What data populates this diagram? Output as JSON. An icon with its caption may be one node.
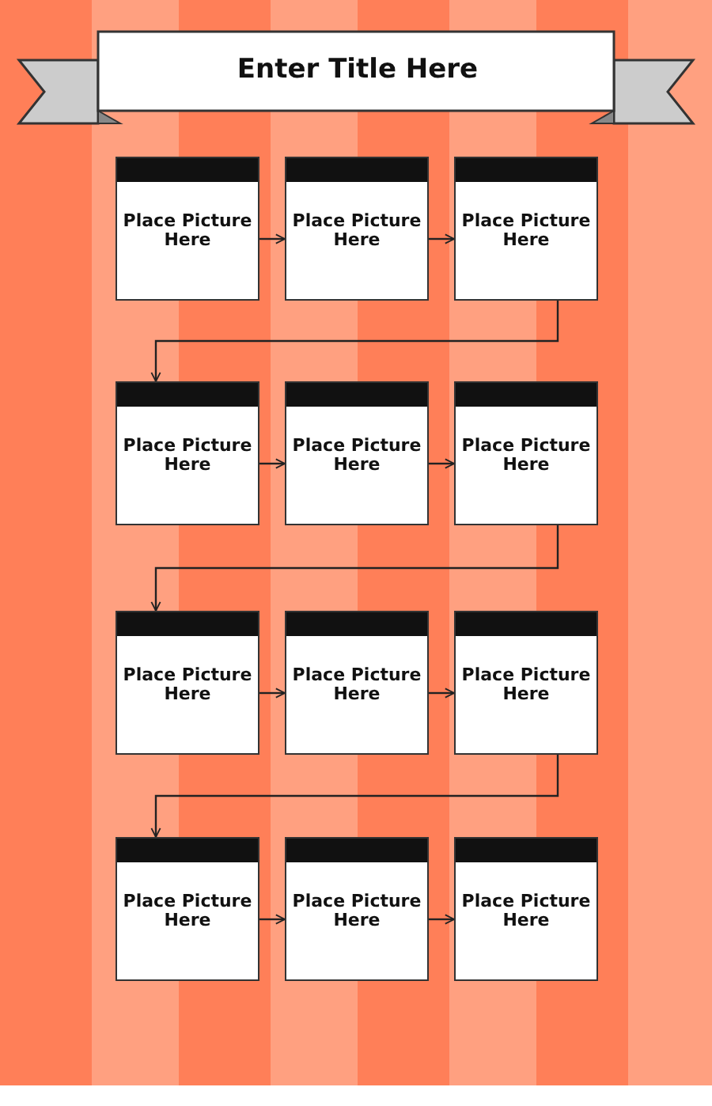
{
  "diagram": {
    "title": "Enter Title Here",
    "nodes": [
      {
        "text": [
          "Place Picture Here"
        ]
      },
      {
        "text": [
          "Place Picture Here"
        ]
      },
      {
        "text": [
          "Place Picture Here"
        ]
      },
      {
        "text": [
          "Place Picture Here"
        ]
      },
      {
        "text": [
          "Place Picture Here"
        ]
      },
      {
        "text": [
          "Place Picture Here"
        ]
      },
      {
        "text": [
          "Place Picture Here"
        ]
      },
      {
        "text": [
          "Place Picture Here"
        ]
      },
      {
        "text": [
          "Place Picture Here"
        ]
      },
      {
        "text": [
          "Place Picture Here"
        ]
      },
      {
        "text": [
          "Place Picture Here"
        ]
      },
      {
        "text": [
          "Place Picture Here"
        ]
      }
    ],
    "edges": [
      {
        "from": 0,
        "to": 1,
        "arrow": "to"
      },
      {
        "from": 1,
        "to": 2,
        "arrow": "to"
      },
      {
        "from": 2,
        "to": 3,
        "arrow": "to"
      },
      {
        "from": 3,
        "to": 4,
        "arrow": "to"
      },
      {
        "from": 4,
        "to": 5,
        "arrow": "to"
      },
      {
        "from": 5,
        "to": 6,
        "arrow": "to"
      },
      {
        "from": 6,
        "to": 7,
        "arrow": "to"
      },
      {
        "from": 7,
        "to": 8,
        "arrow": "to"
      },
      {
        "from": 8,
        "to": 9,
        "arrow": "to"
      },
      {
        "from": 9,
        "to": 10,
        "arrow": "to"
      },
      {
        "from": 10,
        "to": 11,
        "arrow": "to"
      }
    ]
  }
}
